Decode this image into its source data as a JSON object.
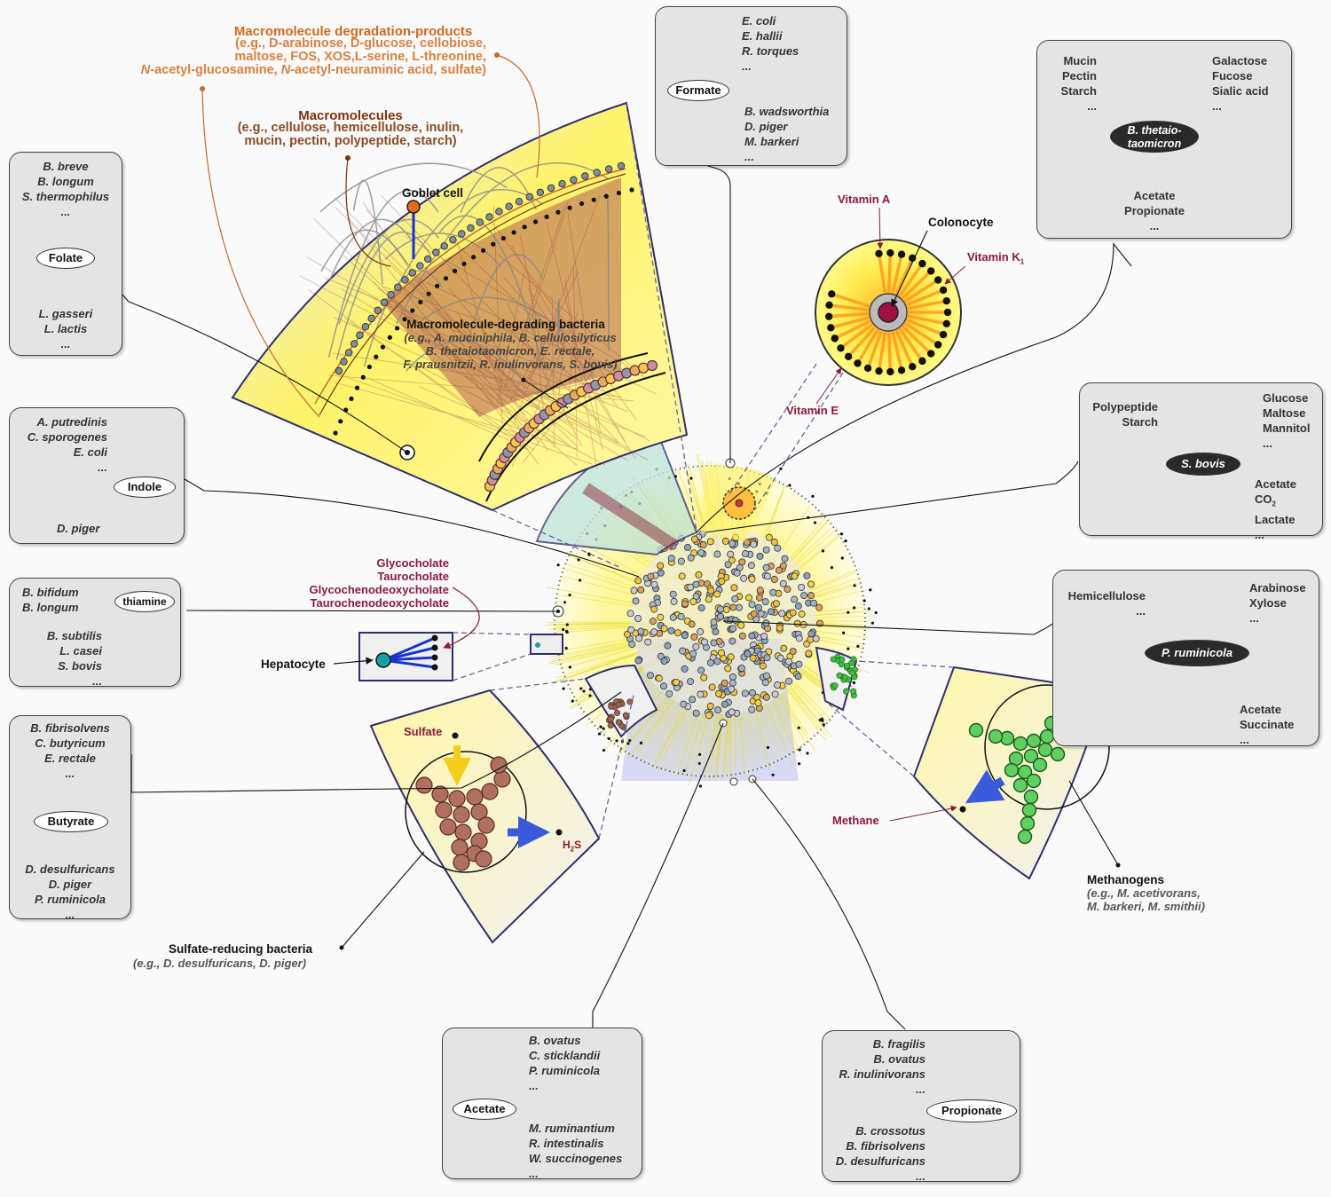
{
  "colors": {
    "arrow_blue": "#3a5bd9",
    "arrow_yellow": "#f5cd1c",
    "arrow_red": "#b04a52",
    "label_maroon": "#8b1a3a",
    "label_orange": "#d2691e",
    "label_brown": "#7a3510",
    "box_fill": "#e4e4e4",
    "sector_fill": "#fff44f",
    "cluster_brown": "#a0604a",
    "cluster_green": "#3fbf3f"
  },
  "labels": {
    "degradation_title": "Macromolecule degradation-products",
    "degradation_line1": "(e.g., D-arabinose, D-glucose, cellobiose,",
    "degradation_line2": "maltose, FOS, XOS,L-serine, L-threonine,",
    "degradation_line3a": "N",
    "degradation_line3b": "-acetyl-glucosamine, ",
    "degradation_line3c": "N",
    "degradation_line3d": "-acetyl-neuraminic acid, sulfate)",
    "macromolecules_title": "Macromolecules",
    "macromolecules_line1": "(e.g., cellulose, hemicellulose, inulin,",
    "macromolecules_line2": "mucin, pectin, polypeptide, starch)",
    "goblet_cell": "Goblet cell",
    "degrading_title": "Macromolecule-degrading bacteria",
    "degrading_line1": "(e.g., A. muciniphila, B. cellulosilyticus",
    "degrading_line2": "B. thetaiotaomicron, E. rectale,",
    "degrading_line3": "F. prausnitzii, R. inulinvorans, S. bovis)",
    "vitamin_a": "Vitamin A",
    "colonocyte": "Colonocyte",
    "vitamin_k1": "Vitamin K",
    "vitamin_k1_sub": "1",
    "vitamin_e": "Vitamin E",
    "bile_1": "Glycocholate",
    "bile_2": "Taurocholate",
    "bile_3": "Glycochenodeoxycholate",
    "bile_4": "Taurochenodeoxycholate",
    "hepatocyte": "Hepatocyte",
    "sulfate": "Sulfate",
    "h2s_main": "H",
    "h2s_sub": "2",
    "h2s_end": "S",
    "methane": "Methane",
    "methanogens_title": "Methanogens",
    "methanogens_line1": "(e.g., M. acetivorans,",
    "methanogens_line2": "M. barkeri, M. smithii)",
    "srb_title": "Sulfate-reducing bacteria",
    "srb_line1": "(e.g., D. desulfuricans, D. piger)"
  },
  "boxes": {
    "formate": {
      "producers": [
        "E. coli",
        "E. hallii",
        "R. torques",
        "..."
      ],
      "metabolite": "Formate",
      "consumers": [
        "B. wadsworthia",
        "D. piger",
        "M. barkeri",
        "..."
      ]
    },
    "folate": {
      "producers": [
        "B. breve",
        "B. longum",
        "S. thermophilus",
        "..."
      ],
      "metabolite": "Folate",
      "consumers": [
        "L. gasseri",
        "L. lactis",
        "..."
      ]
    },
    "indole": {
      "producers": [
        "A. putredinis",
        "C. sporogenes",
        "E. coli",
        "..."
      ],
      "metabolite": "Indole",
      "consumers": [
        "D. piger"
      ]
    },
    "thiamine": {
      "producers": [
        "B. bifidum",
        "B. longum"
      ],
      "metabolite": "thiamine",
      "consumers": [
        "B. subtilis",
        "L. casei",
        "S. bovis",
        "..."
      ]
    },
    "butyrate": {
      "producers": [
        "B. fibrisolvens",
        "C. butyricum",
        "E. rectale",
        "..."
      ],
      "metabolite": "Butyrate",
      "consumers": [
        "D. desulfuricans",
        "D. piger",
        "P. ruminicola",
        "..."
      ]
    },
    "bthetaio": {
      "left_inputs": [
        "Mucin",
        "Pectin",
        "Starch",
        "..."
      ],
      "right_inputs": [
        "Galactose",
        "Fucose",
        "Sialic acid",
        "..."
      ],
      "organism_line1": "B. thetaio-",
      "organism_line2": "taomicron",
      "outputs": [
        "Acetate",
        "Propionate",
        "..."
      ]
    },
    "sbovis": {
      "left_inputs": [
        "Polypeptide",
        "Starch"
      ],
      "right_inputs": [
        "Glucose",
        "Maltose",
        "Mannitol",
        "..."
      ],
      "organism": "S. bovis",
      "outputs": [
        "Acetate",
        "CO",
        "Lactate",
        "..."
      ],
      "co2_sub": "2"
    },
    "pruminicola": {
      "left_inputs": [
        "Hemicellulose",
        "..."
      ],
      "right_inputs": [
        "Arabinose",
        "Xylose",
        "..."
      ],
      "organism": "P. ruminicola",
      "outputs": [
        "Acetate",
        "Succinate",
        "..."
      ]
    },
    "acetate": {
      "producers": [
        "B. ovatus",
        "C. sticklandii",
        "P. ruminicola",
        "..."
      ],
      "metabolite": "Acetate",
      "consumers": [
        "M. ruminantium",
        "R. intestinalis",
        "W. succinogenes",
        "..."
      ]
    },
    "propionate": {
      "producers": [
        "B. fragilis",
        "B. ovatus",
        "R. inulinivorans",
        "..."
      ],
      "metabolite": "Propionate",
      "consumers": [
        "B. crossotus",
        "B. fibrisolvens",
        "D. desulfuricans",
        "..."
      ]
    }
  }
}
